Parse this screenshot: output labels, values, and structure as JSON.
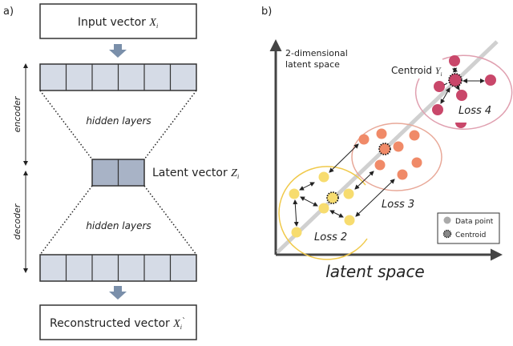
{
  "panel_a": {
    "label": "a)",
    "input_box": {
      "text": "Input vector ",
      "var": "X",
      "sub": "i"
    },
    "encoder_label": "encoder",
    "decoder_label": "decoder",
    "hidden_layers_top": "hidden layers",
    "hidden_layers_bottom": "hidden layers",
    "latent": {
      "text": "Latent vector ",
      "var": "Z",
      "sub": "i"
    },
    "output_box": {
      "text": "Reconstructed vector ",
      "var": "X",
      "sub": "i",
      "prime": "`"
    },
    "colors": {
      "layer_fill": "#d5dbe6",
      "latent_fill": "#a8b3c6",
      "arrow": "#7a8faa",
      "border": "#333333"
    }
  },
  "panel_b": {
    "label": "b)",
    "y_axis_label_line1": "2-dimensional",
    "y_axis_label_line2": "latent space",
    "x_axis_label": "latent space",
    "centroid_label": {
      "text": "Centroid ",
      "var": "Y",
      "sub": "i"
    },
    "clusters": [
      {
        "name": "Loss 2",
        "color": "#f7dc6f",
        "ring": "#f0c94a"
      },
      {
        "name": "Loss 3",
        "color": "#f08a68",
        "ring": "#e8a898"
      },
      {
        "name": "Loss 4",
        "color": "#c9476a",
        "ring": "#e0a0b0"
      }
    ],
    "legend": {
      "data_point": "Data point",
      "centroid": "Centroid"
    },
    "colors": {
      "diagonal": "#d0d0d0",
      "axis": "#444444"
    }
  }
}
